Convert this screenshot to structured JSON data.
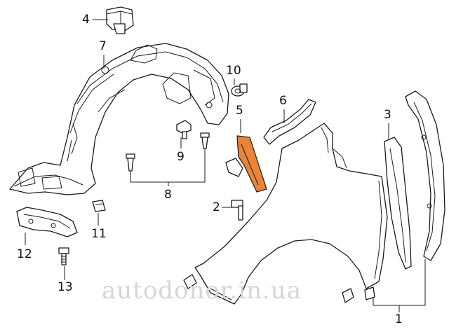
{
  "callouts": {
    "c1": "1",
    "c2": "2",
    "c3": "3",
    "c4": "4",
    "c5": "5",
    "c6": "6",
    "c7": "7",
    "c8": "8",
    "c9": "9",
    "c10": "10",
    "c11": "11",
    "c12": "12",
    "c13": "13"
  },
  "watermark": "autodonor.in.ua",
  "colors": {
    "highlight": "#e8853a",
    "line": "#1a1a1a",
    "watermark": "#d6d6d6"
  }
}
